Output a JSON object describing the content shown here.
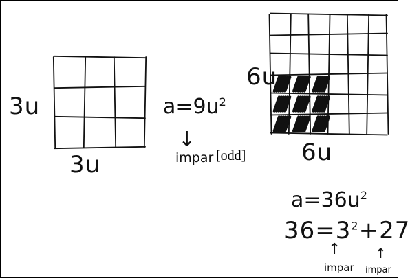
{
  "small_square": {
    "side_left_label": "3u",
    "side_bottom_label": "3u",
    "rows": 3,
    "cols": 3
  },
  "small_area": {
    "formula_base": "a=9u",
    "formula_exp": "2",
    "arrow": "↓",
    "note_handwritten": "impar",
    "note_translation": "[odd]"
  },
  "big_square": {
    "side_left_label": "6u",
    "side_bottom_label": "6u",
    "rows": 6,
    "cols": 6,
    "shaded_rows": 3,
    "shaded_cols": 3
  },
  "big_area": {
    "formula_base": "a=36u",
    "formula_exp": "2",
    "equation_lhs": "36=3",
    "equation_exp": "2",
    "equation_rhs": "+27",
    "arrow_left": "↑",
    "arrow_right": "↑",
    "note_left": "impar",
    "note_right": "impar"
  },
  "colors": {
    "ink": "#111111",
    "paper": "#ffffff",
    "border": "#000000"
  }
}
